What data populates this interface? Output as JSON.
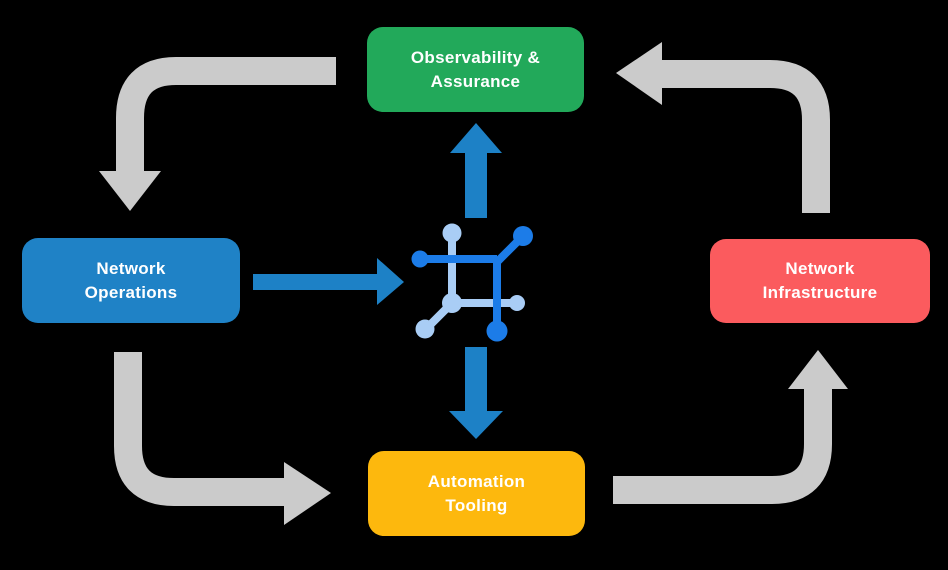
{
  "background": "#000000",
  "colors": {
    "arrow_gray": "#CBCBCB",
    "arrow_blue": "#1D81C6",
    "icon_dark_blue": "#1C7CE8",
    "icon_light_blue": "#A9CDF5",
    "node_green": "#22A95A",
    "node_blue": "#1F82C6",
    "node_red": "#FB5B5E",
    "node_yellow": "#FDB80D",
    "label_text": "#FFFFFF"
  },
  "nodes": {
    "observability": {
      "line1": "Observability &",
      "line2": "Assurance",
      "color": "#22A95A"
    },
    "operations": {
      "line1": "Network",
      "line2": "Operations",
      "color": "#1F82C6"
    },
    "infrastructure": {
      "line1": "Network",
      "line2": "Infrastructure",
      "color": "#FB5B5E"
    },
    "automation": {
      "line1": "Automation",
      "line2": "Tooling",
      "color": "#FDB80D"
    }
  },
  "icon": {
    "name": "network-hub-icon"
  }
}
